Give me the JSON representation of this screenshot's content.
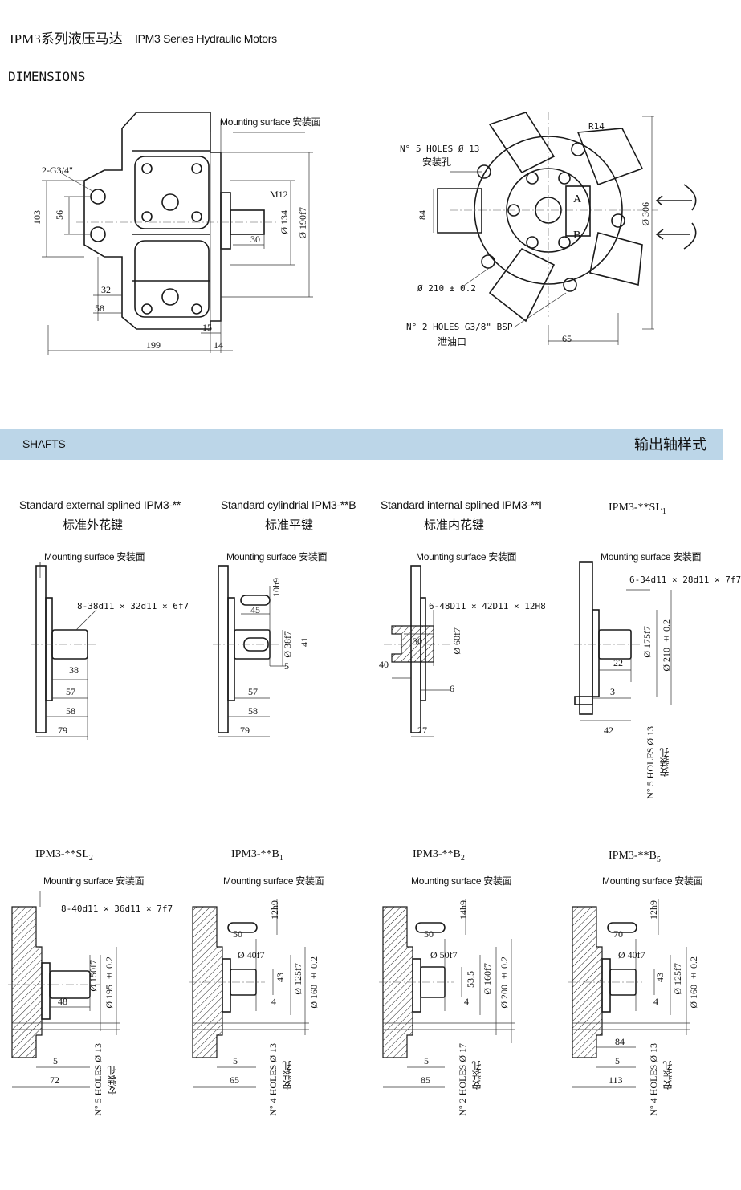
{
  "header": {
    "title_cn": "IPM3系列液压马达",
    "title_en": "IPM3 Series Hydraulic Motors",
    "dimensions": "DIMENSIONS"
  },
  "top_left": {
    "mounting": "Mounting surface 安装面",
    "port": "2-G3/4\"",
    "d103": "103",
    "d56": "56",
    "m12": "M12",
    "d134": "Ø 134",
    "d190": "Ø 190f7",
    "d30": "30",
    "d32": "32",
    "d58": "58",
    "d15": "15",
    "d199": "199",
    "d14": "14"
  },
  "top_right": {
    "holes": "N° 5 HOLES Ø 13",
    "holes_cn": "安装孔",
    "r14": "R14",
    "d84": "84",
    "a": "A",
    "b": "B",
    "d306": "Ø 306",
    "d210": "Ø 210 ± 0.2",
    "drain": "N° 2 HOLES G3/8\" BSP",
    "drain_cn": "泄油口",
    "d65": "65"
  },
  "shafts_bar": {
    "label_en": "SHAFTS",
    "label_cn": "输出轴样式"
  },
  "shafts": [
    {
      "title": "Standard  external splined IPM3-**",
      "title_cn": "标准外花键",
      "mounting": "Mounting surface 安装面",
      "spec": "8-38d11 × 32d11 × 6f7",
      "d1": "38",
      "d2": "57",
      "d3": "58",
      "d4": "79"
    },
    {
      "title": "Standard  cylindrial IPM3-**B",
      "title_cn": "标准平键",
      "mounting": "Mounting surface 安装面",
      "key": "10h9",
      "d45": "45",
      "dia": "Ø 38f7",
      "d41": "41",
      "d5": "5",
      "d57": "57",
      "d58": "58",
      "d79": "79"
    },
    {
      "title": "Standard internal splined IPM3-**I",
      "title_cn": "标准内花键",
      "mounting": "Mounting surface 安装面",
      "spec": "6-48D11 × 42D11 × 12H8",
      "d30": "30",
      "dia": "Ø 60f7",
      "d40": "40",
      "d6": "6",
      "d27": "27"
    },
    {
      "title": "IPM3-**SL",
      "sub": "1",
      "mounting": "Mounting surface 安装面",
      "spec": "6-34d11 × 28d11 × 7f7",
      "dia": "Ø 175f7",
      "dia2": "Ø 210 ± 0.2",
      "d22": "22",
      "d3": "3",
      "d42": "42",
      "holes": "N° 5 HOLES Ø 13",
      "holes_cn": "安装孔"
    },
    {
      "title": "IPM3-**SL",
      "sub": "2",
      "mounting": "Mounting surface 安装面",
      "spec": "8-40d11 × 36d11 × 7f7",
      "dia": "Ø 150f7",
      "dia2": "Ø 195 ± 0.2",
      "d48": "48",
      "d5": "5",
      "d72": "72",
      "holes": "N° 5 HOLES Ø 13",
      "holes_cn": "安装孔"
    },
    {
      "title": "IPM3-**B",
      "sub": "1",
      "mounting": "Mounting surface 安装面",
      "key": "12h9",
      "d50": "50",
      "dia": "Ø 40f7",
      "d43": "43",
      "dia2": "Ø 125f7",
      "dia3": "Ø 160 ± 0.2",
      "d4": "4",
      "d5": "5",
      "d65": "65",
      "holes": "N° 4 HOLES Ø 13",
      "holes_cn": "安装孔"
    },
    {
      "title": "IPM3-**B",
      "sub": "2",
      "mounting": "Mounting surface 安装面",
      "key": "14h9",
      "d50": "50",
      "dia": "Ø 50f7",
      "d53": "53.5",
      "dia2": "Ø 160f7",
      "dia3": "Ø 200 ± 0.2",
      "d4": "4",
      "d5": "5",
      "d85": "85",
      "holes": "N° 2 HOLES Ø 17",
      "holes_cn": "安装孔"
    },
    {
      "title": "IPM3-**B",
      "sub": "5",
      "mounting": "Mounting surface 安装面",
      "key": "12h9",
      "d70": "70",
      "dia": "Ø 40f7",
      "d43": "43",
      "dia2": "Ø 125f7",
      "dia3": "Ø 160 ± 0.2",
      "d4": "4",
      "d84": "84",
      "d5": "5",
      "d113": "113",
      "holes": "N° 4 HOLES Ø 13",
      "holes_cn": "安装孔"
    }
  ]
}
